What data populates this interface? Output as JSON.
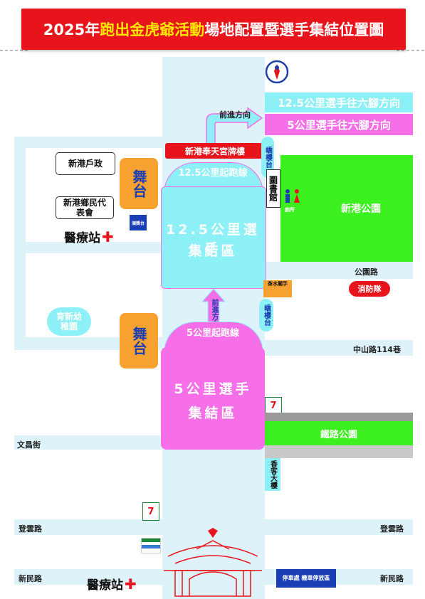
{
  "title": {
    "part1": "2025年",
    "part2": "跑出金虎爺活動",
    "part3": "場地配置暨選手集結位置圖"
  },
  "directions": {
    "top_arrow": "前進方向",
    "mid_arrow": "前進方向",
    "sign_125": "12.5公里選手往六腳方向",
    "sign_5": "5公里選手往六腳方向"
  },
  "temple_gate": "新港奉天宮牌樓",
  "start_line_125": "12.5公里起跑線",
  "start_line_5": "5公里起跑線",
  "gathering_125": {
    "line1": "12.5公里選手",
    "line2": "集結區"
  },
  "gathering_5": {
    "line1": "5公里選手",
    "line2": "集結區"
  },
  "stage_label": "舞台",
  "buildings": {
    "household": "新港戶政",
    "rep_council": "新港鄉民代表會",
    "library": "圖書館",
    "toilet": "廁所",
    "xingang_park": "新港公園",
    "fire_brigade": "消防隊",
    "tea_station": "茶水關手",
    "pedestrian_bridge_top": "嶠樓台",
    "pedestrian_bridge_mid": "嶠樓台",
    "kindergarten": "育新幼稚園",
    "railway_park": "鐵路公園",
    "hakka_building": "香客大樓",
    "ticket_booth": "頒獎台",
    "bottom_notice": "停車處 機車停放區",
    "seven_eleven": "7 ELEVEN",
    "family_mart": "FamilyMart"
  },
  "roads": {
    "gongyuan": "公園路",
    "zhongshan": "中山路114巷",
    "wenchang": "文昌街",
    "dengyun_left": "登雲路",
    "dengyun_right": "登雲路",
    "xinmin_left": "新民路",
    "xinmin_right": "新民路"
  },
  "medical_station": "醫療站",
  "colors": {
    "banner": "#e8141b",
    "road": "#ddf3f9",
    "cyan_zone": "#8ef0f7",
    "pink_zone": "#f66fe8",
    "stage": "#f7a130",
    "park": "#3bf01e",
    "sign_125": "#8ef0f7",
    "sign_5": "#f66fe8"
  }
}
